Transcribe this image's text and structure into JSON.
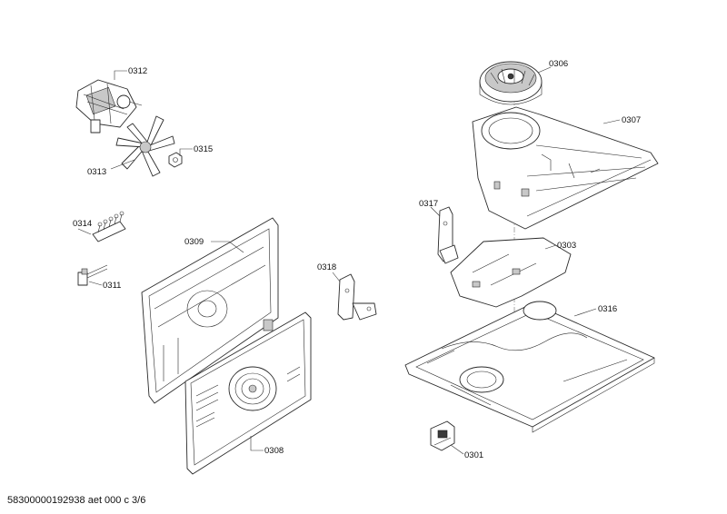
{
  "labels": {
    "p0301": "0301",
    "p0303": "0303",
    "p0306": "0306",
    "p0307": "0307",
    "p0308": "0308",
    "p0309": "0309",
    "p0311": "0311",
    "p0312": "0312",
    "p0313": "0313",
    "p0314": "0314",
    "p0315": "0315",
    "p0316": "0316",
    "p0317": "0317",
    "p0318": "0318"
  },
  "footer": "58300000192938 aet 000 c 3/6"
}
